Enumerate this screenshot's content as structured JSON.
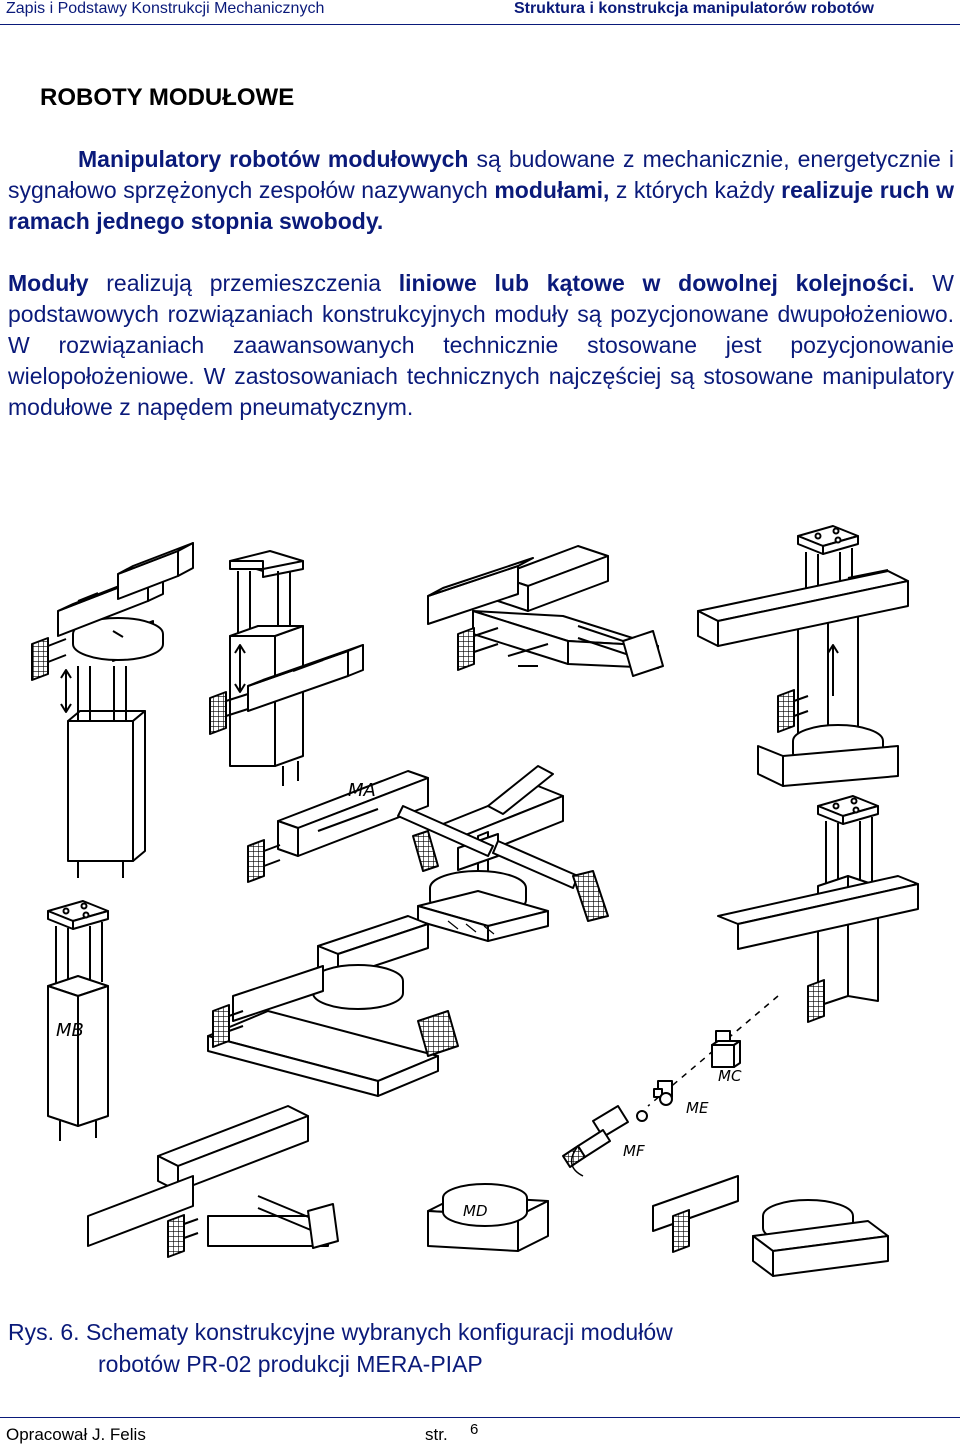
{
  "header": {
    "left": "Zapis i Podstawy Konstrukcji Mechanicznych",
    "right": "Struktura i konstrukcja manipulatorów robotów"
  },
  "title": "ROBOTY MODUŁOWE",
  "paragraph1": {
    "b1": "Manipulatory robotów modułowych",
    "t1": " są budowane z mechanicznie, energetycznie i sygnałowo sprzężonych zespołów nazywanych ",
    "b2": "modułami,",
    "t2": " z których każdy ",
    "b3": "realizuje ruch w ramach jednego stopnia swobody."
  },
  "paragraph2": {
    "b1": "Moduły",
    "t1": " realizują przemieszczenia ",
    "b2": "liniowe lub kątowe w dowolnej kolejności.",
    "t2": " W podstawowych rozwiązaniach konstrukcyjnych moduły są pozycjonowane dwupołożeniowo. W rozwiązaniach zaawansowanych technicznie stosowane jest pozycjonowanie wielopołożeniowe. W zastosowaniach technicznych najczęściej są stosowane manipulatory modułowe z napędem pneumatycznym."
  },
  "figure": {
    "labels": {
      "ma": "MA",
      "mb": "MB",
      "mc": "MC",
      "md": "MD",
      "me": "ME",
      "mf": "MF"
    }
  },
  "caption": {
    "line1": "Rys. 6. Schematy konstrukcyjne wybranych konfiguracji modułów",
    "line2": "robotów PR-02 produkcji MERA-PIAP"
  },
  "footer": {
    "author": "Opracował J. Felis",
    "page_label": "str.",
    "page_number": "6"
  }
}
